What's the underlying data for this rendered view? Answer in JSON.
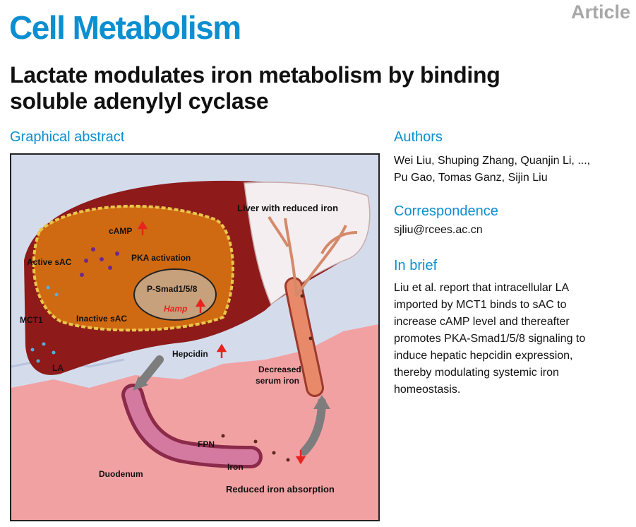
{
  "header": {
    "article_type": "Article",
    "journal": "Cell Metabolism",
    "title_line1": "Lactate modulates iron metabolism by binding",
    "title_line2": "soluble adenylyl cyclase"
  },
  "graphical_abstract": {
    "heading": "Graphical abstract",
    "labels": {
      "liver": "Liver with reduced iron",
      "camp": "cAMP",
      "pka": "PKA activation",
      "active_sac": "Active sAC",
      "psmad": "P-Smad1/5/8",
      "hamp": "Hamp",
      "mct1": "MCT1",
      "inactive_sac": "Inactive sAC",
      "la": "LA",
      "hepcidin": "Hepcidin",
      "serum_line1": "Decreased",
      "serum_line2": "serum iron",
      "fpn": "FPN",
      "iron": "Iron",
      "duodenum": "Duodenum",
      "absorption": "Reduced iron absorption"
    },
    "colors": {
      "background": "#d4dcec",
      "liver_dark": "#8e1a1a",
      "hepatocyte": "#cf6a12",
      "nucleus": "#c7a07c",
      "tissue_pink": "#f2a1a3",
      "up_arrow": "#e8231e",
      "accent_blue": "#0b8fd0"
    }
  },
  "authors": {
    "heading": "Authors",
    "line1": "Wei Liu, Shuping Zhang, Quanjin Li, ...,",
    "line2": "Pu Gao, Tomas Ganz, Sijin Liu"
  },
  "correspondence": {
    "heading": "Correspondence",
    "email": "sjliu@rcees.ac.cn"
  },
  "in_brief": {
    "heading": "In brief",
    "lines": [
      "Liu et al. report that intracellular LA",
      "imported by MCT1 binds to sAC to",
      "increase cAMP level and thereafter",
      "promotes PKA-Smad1/5/8 signaling to",
      "induce hepatic hepcidin expression,",
      "thereby modulating systemic iron",
      "homeostasis."
    ]
  }
}
